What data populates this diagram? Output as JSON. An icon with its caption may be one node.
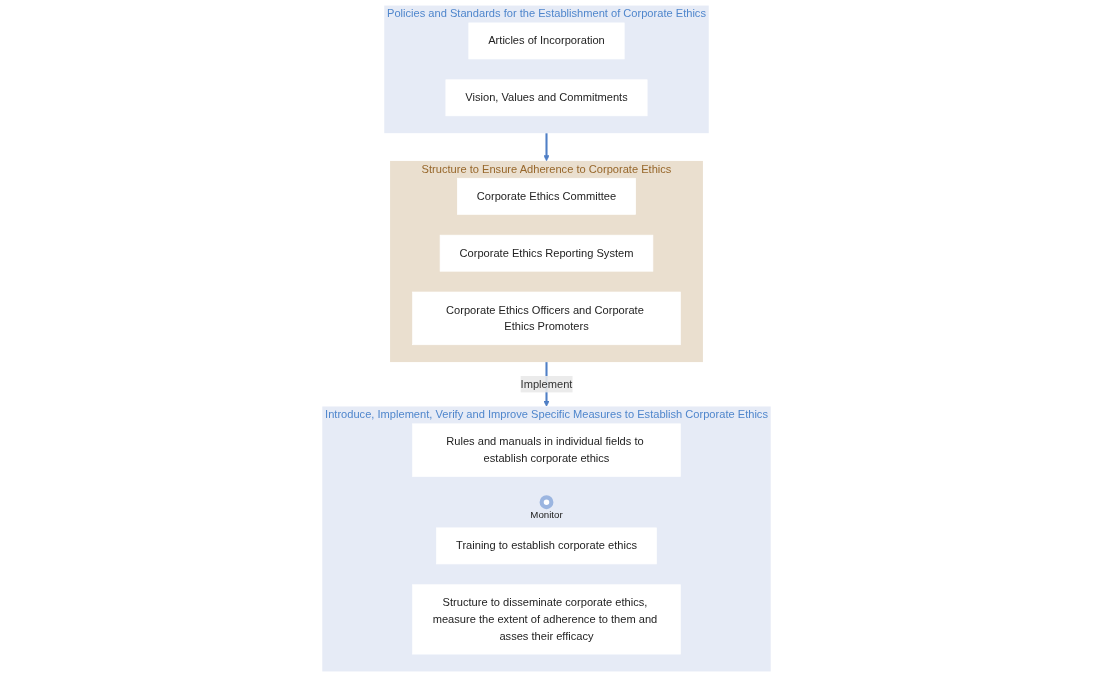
{
  "diagram": {
    "nodes": [
      {
        "text": [
          "Policies and Standards for the Establishment of Corporate Ethics"
        ]
      },
      {
        "text": [
          "Articles of Incorporation"
        ],
        "in": 0
      },
      {
        "text": [
          "Vision, Values and Commitments"
        ],
        "in": 0
      },
      {
        "text": [
          "Structure to Ensure Adherence to Corporate Ethics"
        ]
      },
      {
        "text": [
          "Corporate Ethics Committee"
        ],
        "in": 3
      },
      {
        "text": [
          "Corporate Ethics Reporting System"
        ],
        "in": 3
      },
      {
        "text": [
          "Corporate Ethics Officers and Corporate Ethics Promoters"
        ],
        "in": 3
      },
      {
        "text": [
          "Introduce, Implement, Verify and Improve Specific Measures to Establish Corporate Ethics"
        ]
      },
      {
        "text": [
          "Rules and manuals in individual fields to establish corporate ethics"
        ],
        "in": 7
      },
      {
        "text": [],
        "shape": "circle",
        "beside": [
          "Monitor"
        ],
        "in": 7
      },
      {
        "text": [
          "Training to establish corporate ethics"
        ],
        "in": 7
      },
      {
        "text": [
          "Structure to disseminate corporate ethics, measure the extent of adherence to them and asses their efficacy"
        ],
        "in": 7
      }
    ],
    "edges": [
      {
        "from": 0,
        "to": 3,
        "arrow": "to"
      },
      {
        "from": 3,
        "to": 7,
        "arrow": "to",
        "label": "Implement"
      }
    ]
  }
}
